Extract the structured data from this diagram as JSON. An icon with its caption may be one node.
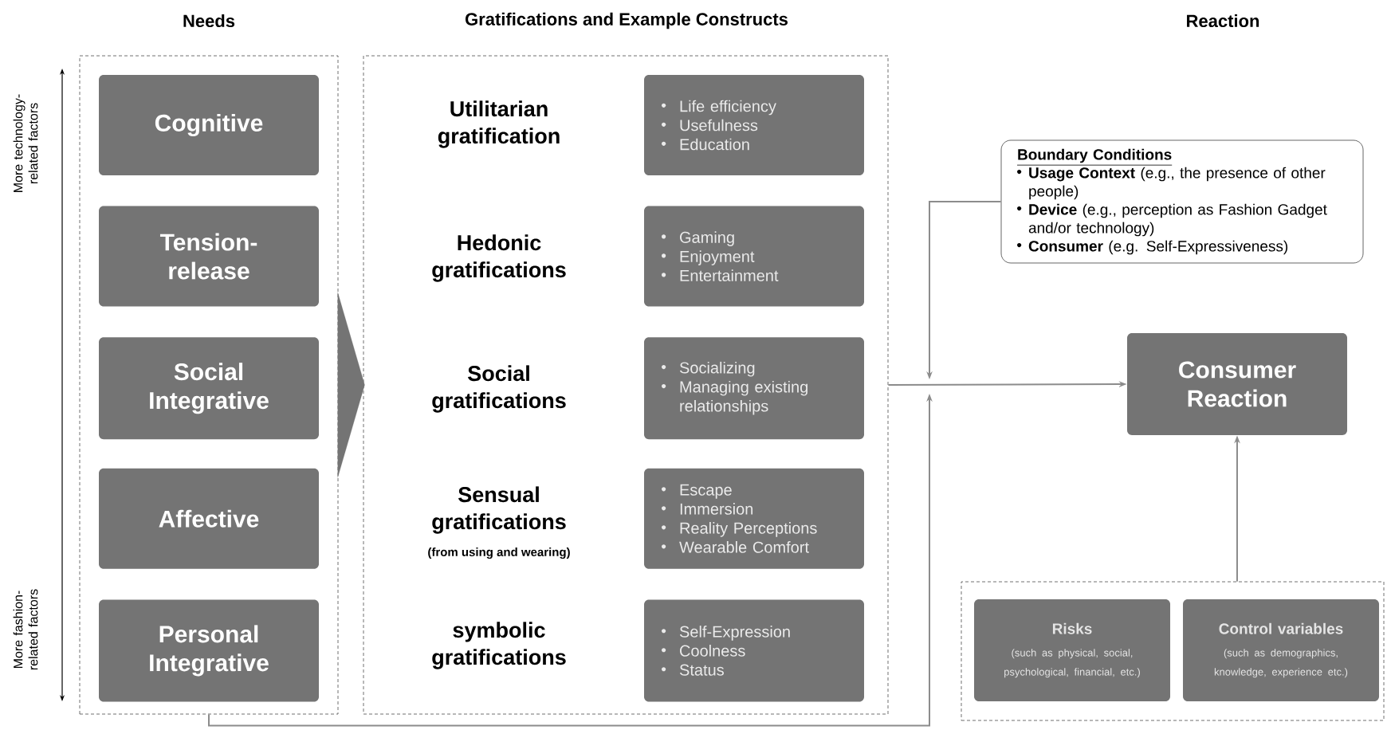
{
  "diagram": {
    "nodes": [
      {
        "text": [
          "Needs"
        ]
      },
      {
        "text": [
          "Cognitive"
        ],
        "in": 0
      },
      {
        "text": [
          "Tension-release"
        ],
        "in": 0
      },
      {
        "text": [
          "Social Integrative"
        ],
        "in": 0
      },
      {
        "text": [
          "Affective"
        ],
        "in": 0
      },
      {
        "text": [
          "Personal Integrative"
        ],
        "in": 0
      },
      {
        "text": [
          "Gratifications and Example Constructs"
        ]
      },
      {
        "text": [
          "Life efficiency",
          "Usefulness",
          "Education"
        ],
        "in": 6
      },
      {
        "text": [
          "Gaming",
          "Enjoyment",
          "Entertainment"
        ],
        "in": 6
      },
      {
        "text": [
          "Socializing",
          "Managing existing relationships"
        ],
        "in": 6
      },
      {
        "text": [
          "Escape",
          "Immersion",
          "Reality Perceptions",
          "Wearable Comfort"
        ],
        "in": 6
      },
      {
        "text": [
          "Self-Expression",
          "Coolness",
          "Status"
        ],
        "in": 6
      },
      {
        "text": [
          "Boundary Conditions",
          "**Usage Context** (e.g., the presence of other people)",
          "**Device** (e.g., perception as Fashion Gadget and/or technology)",
          "**Consumer** (e.g. Self-Expressiveness)"
        ]
      },
      {
        "text": [
          "Consumer Reaction"
        ]
      },
      {
        "text": [],
        "shape": "box"
      },
      {
        "text": [
          "Risks",
          "(such as physical, social, psychological, financial, etc.)"
        ],
        "in": 14
      },
      {
        "text": [
          "Control variables",
          "(such as demographics, knowledge, experience etc.)"
        ],
        "in": 14
      }
    ],
    "edges": [
      {
        "from": 0,
        "to": 6,
        "arrow": "to"
      },
      {
        "from": 6,
        "to": 13,
        "arrow": "to"
      },
      {
        "from": 12,
        "to": null,
        "arrow": "to"
      },
      {
        "from": 0,
        "to": null,
        "arrow": "to"
      },
      {
        "from": 14,
        "to": 13,
        "arrow": "to"
      }
    ],
    "labels": [
      "Reaction",
      "More technology-related factors",
      "More fashion-related factors",
      "Utilitarian gratification",
      "Hedonic gratifications",
      "Social gratifications",
      "Sensual gratifications",
      "(from using and wearing)",
      "symbolic gratifications"
    ]
  }
}
